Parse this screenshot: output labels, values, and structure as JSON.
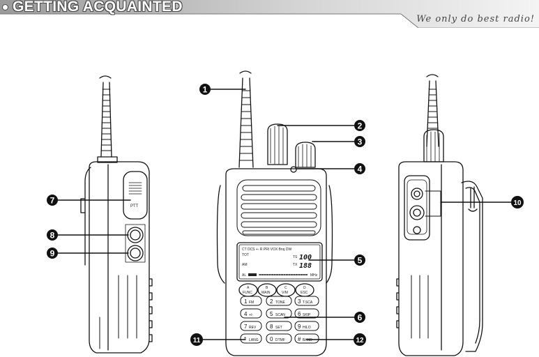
{
  "header": {
    "title": "GETTING ACQUAINTED",
    "slogan": "We only do best radio!"
  },
  "callouts": [
    {
      "id": "1",
      "label": "1"
    },
    {
      "id": "2",
      "label": "2"
    },
    {
      "id": "3",
      "label": "3"
    },
    {
      "id": "4",
      "label": "4"
    },
    {
      "id": "5",
      "label": "5"
    },
    {
      "id": "6",
      "label": "6"
    },
    {
      "id": "7",
      "label": "7"
    },
    {
      "id": "8",
      "label": "8"
    },
    {
      "id": "9",
      "label": "9"
    },
    {
      "id": "10",
      "label": "10"
    },
    {
      "id": "11",
      "label": "11"
    },
    {
      "id": "12",
      "label": "12"
    }
  ],
  "side_view": {
    "ptt_label": "PTT"
  },
  "lcd": {
    "indicators": "CT DCS +- R PRI VOX Bnq DW",
    "left_marks": [
      "TOT",
      "AM"
    ],
    "right_small": [
      "TS",
      "TX"
    ],
    "digits_top": "100",
    "digits_bottom": "188",
    "bottom_left": "AL",
    "bottom_right": "MHz"
  },
  "keypad": {
    "function_keys": [
      {
        "top": "A",
        "bottom": "FUNC"
      },
      {
        "top": "B",
        "bottom": "MAIN"
      },
      {
        "top": "C",
        "bottom": "V/M"
      },
      {
        "top": "D",
        "bottom": "ESC"
      }
    ],
    "keys": [
      {
        "num": "1",
        "text": "FM"
      },
      {
        "num": "2",
        "text": "TONE"
      },
      {
        "num": "3",
        "text": "T.SCA"
      },
      {
        "num": "4",
        "text": "+/-"
      },
      {
        "num": "5",
        "text": "SCAN"
      },
      {
        "num": "6",
        "text": "SKIP"
      },
      {
        "num": "7",
        "text": "REV"
      },
      {
        "num": "8",
        "text": "SET"
      },
      {
        "num": "9",
        "text": "HILO"
      },
      {
        "num": "*",
        "text": "LANG"
      },
      {
        "num": "0",
        "text": "DTMF"
      },
      {
        "num": "#",
        "text": "BAND"
      }
    ]
  }
}
